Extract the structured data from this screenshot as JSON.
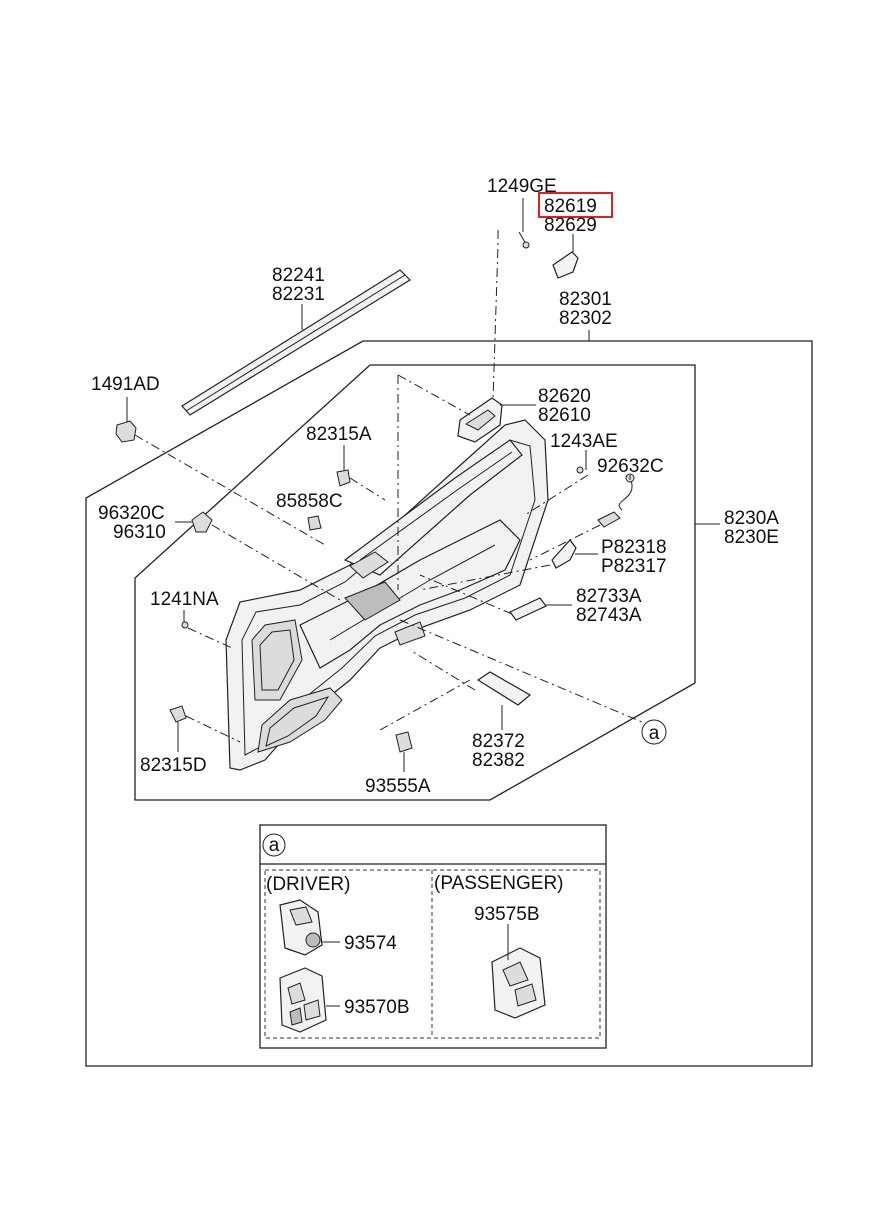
{
  "parts": {
    "p1249GE": "1249GE",
    "p82619": "82619",
    "p82629": "82629",
    "p82241": "82241",
    "p82231": "82231",
    "p82301": "82301",
    "p82302": "82302",
    "p1491AD": "1491AD",
    "p82620": "82620",
    "p82610": "82610",
    "p82315A": "82315A",
    "p1243AE": "1243AE",
    "p92632C": "92632C",
    "p85858C": "85858C",
    "p96320C": "96320C",
    "p96310": "96310",
    "p8230A": "8230A",
    "p8230E": "8230E",
    "pP82318": "P82318",
    "pP82317": "P82317",
    "p1241NA": "1241NA",
    "p82733A": "82733A",
    "p82743A": "82743A",
    "p82372": "82372",
    "p82382": "82382",
    "p82315D": "82315D",
    "p93555A": "93555A",
    "p93574": "93574",
    "p93570B": "93570B",
    "p93575B": "93575B"
  },
  "callout": "a",
  "detail": {
    "callout": "a",
    "driver_label": "(DRIVER)",
    "passenger_label": "(PASSENGER)"
  },
  "highlight": {
    "part": "82619",
    "color": "#e02020"
  }
}
